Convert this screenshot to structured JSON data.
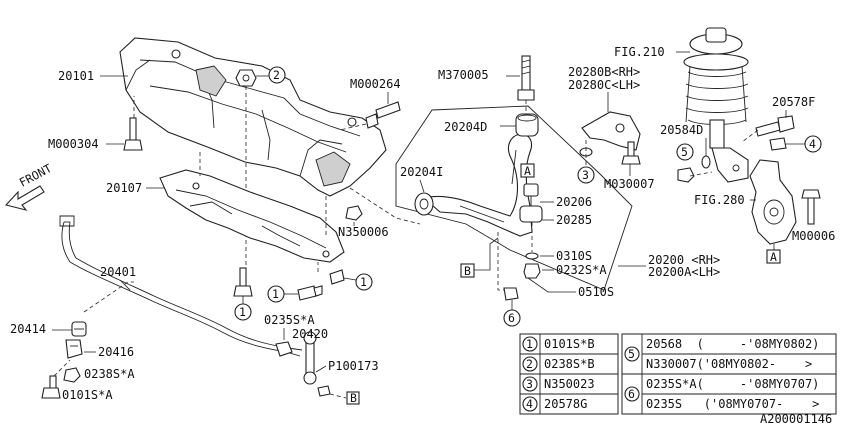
{
  "callouts": {
    "n20101": "20101",
    "m000304": "M000304",
    "m000264": "M000264",
    "m370005": "M370005",
    "n20280b": "20280B<RH>",
    "n20280c": "20280C<LH>",
    "fig210": "FIG.210",
    "n20578f": "20578F",
    "n20204d": "20204D",
    "n20204i": "20204I",
    "n20584d": "20584D",
    "m030007": "M030007",
    "n20206": "20206",
    "n20285": "20285",
    "fig280": "FIG.280",
    "m00006": "M00006",
    "n20107": "20107",
    "n350006": "N350006",
    "n0310s": "0310S",
    "n0232s": "0232S*A",
    "n20200": "20200 <RH>",
    "n20200a": "20200A<LH>",
    "n0510s": "0510S",
    "n20401": "20401",
    "n0235s": "0235S*A",
    "n20420": "20420",
    "p100173": "P100173",
    "n20414": "20414",
    "n20416": "20416",
    "n0238s": "0238S*A",
    "n0101s": "0101S*A",
    "front": "FRONT",
    "ref_a": "A",
    "ref_b": "B",
    "ref_a2": "A",
    "ref_b2": "B",
    "c1a": "1",
    "c1b": "1",
    "c1c": "1",
    "c2": "2",
    "c3": "3",
    "c4": "4",
    "c5": "5",
    "c6": "6"
  },
  "legend": {
    "left": [
      {
        "num": "1",
        "code": "0101S*B"
      },
      {
        "num": "2",
        "code": "0238S*B"
      },
      {
        "num": "3",
        "code": "N350023"
      },
      {
        "num": "4",
        "code": "20578G"
      }
    ],
    "right": [
      {
        "num": "5",
        "rows": [
          "20568  (     -'08MY0802)",
          "N330007('08MY0802-    >"
        ]
      },
      {
        "num": "6",
        "rows": [
          "0235S*A(     -'08MY0707)",
          "0235S   ('08MY0707-    >"
        ]
      }
    ]
  },
  "diagram_id": "A200001146"
}
